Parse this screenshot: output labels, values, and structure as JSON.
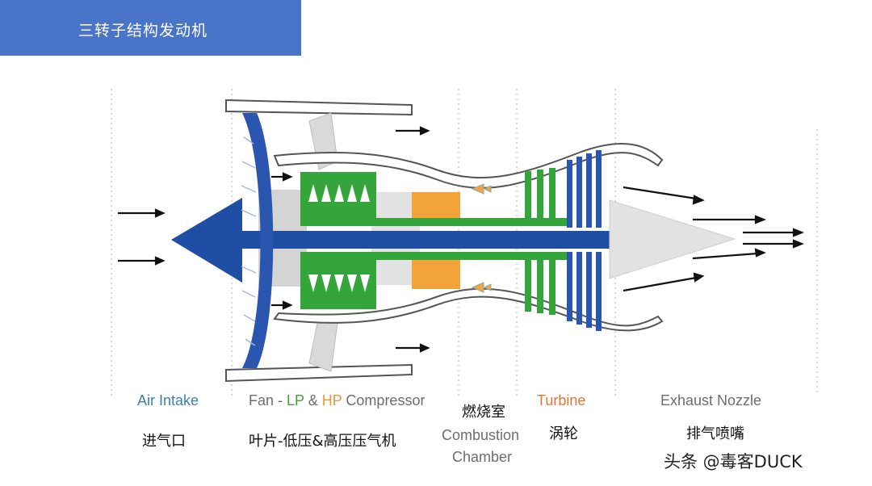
{
  "title": "三转子结构发动机",
  "labels": {
    "air_intake": "Air Intake",
    "fan_prefix": "Fan - ",
    "lp": "LP",
    "amp": " & ",
    "hp": "HP",
    "compressor": " Compressor",
    "combustion_line1": "Combustion",
    "combustion_line2": "Chamber",
    "turbine": "Turbine",
    "exhaust_nozzle": "Exhaust Nozzle"
  },
  "labels_cn": {
    "air_intake": "进气口",
    "fan_compressor": "叶片-低压&高压压气机",
    "combustion": "燃烧室",
    "turbine": "涡轮",
    "exhaust_nozzle": "排气喷嘴"
  },
  "watermark": "头条 @毒客DUCK",
  "colors": {
    "banner": "#4a74c8",
    "fan": "#2a56b0",
    "shaft": "#1f4fa5",
    "lp_hp_compressor": "#34a53a",
    "combustion": "#f2a33a",
    "turbine_green": "#34a53a",
    "turbine_blue": "#2a56b0",
    "casing": "#9a9a9a"
  }
}
